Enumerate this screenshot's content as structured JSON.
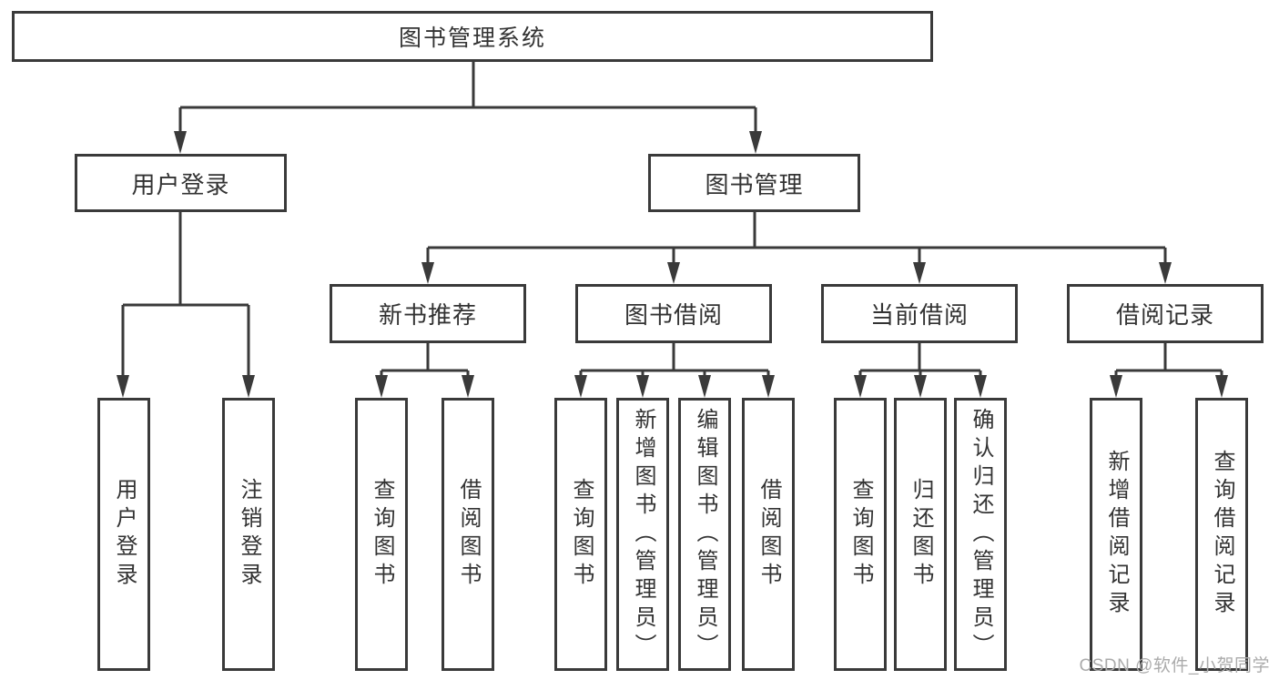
{
  "diagram": {
    "root": {
      "label": "图书管理系统"
    },
    "user_login": {
      "label": "用户登录",
      "children": [
        "用户登录",
        "注销登录"
      ]
    },
    "book_management": {
      "label": "图书管理",
      "new_book_recommend": {
        "label": "新书推荐",
        "children": [
          "查询图书",
          "借阅图书"
        ]
      },
      "book_borrowing": {
        "label": "图书借阅",
        "children": [
          "查询图书",
          "新增图书（管理员）",
          "编辑图书（管理员）",
          "借阅图书"
        ]
      },
      "current_borrowing": {
        "label": "当前借阅",
        "children": [
          "查询图书",
          "归还图书",
          "确认归还（管理员）"
        ]
      },
      "borrowing_records": {
        "label": "借阅记录",
        "children": [
          "新增借阅记录",
          "查询借阅记录"
        ]
      }
    }
  },
  "watermark": {
    "text": "CSDN @软件_小贺同学"
  },
  "colors": {
    "line": "#3a3a3a",
    "text": "#333333",
    "watermark": "#ababab",
    "background": "#ffffff"
  }
}
